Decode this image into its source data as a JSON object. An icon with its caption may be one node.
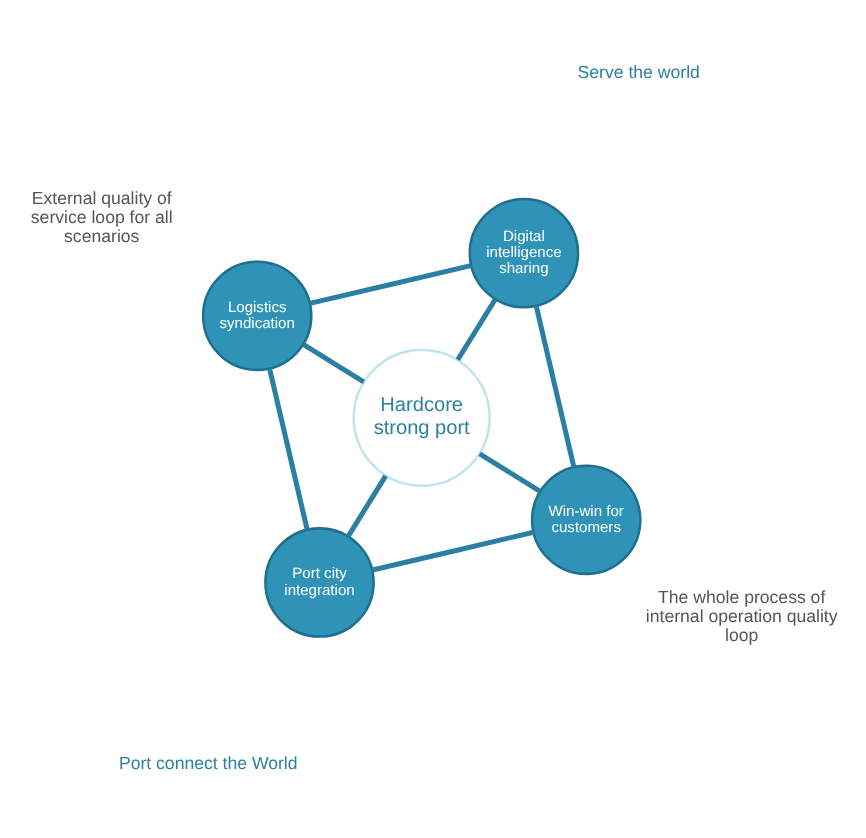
{
  "diagram": {
    "nodes": [
      {
        "text": [
          "Logistics syndication"
        ]
      },
      {
        "text": [
          "Port city integration"
        ]
      },
      {
        "text": [
          "Hardcore strong port"
        ]
      },
      {
        "text": [
          "Digital intelligence sharing"
        ]
      },
      {
        "text": [
          "Win-win for customers"
        ]
      }
    ],
    "edges": [
      {
        "from": 2,
        "to": 0,
        "arrow": "none"
      },
      {
        "from": 2,
        "to": 1,
        "arrow": "none"
      },
      {
        "from": 2,
        "to": 3,
        "arrow": "none"
      },
      {
        "from": 2,
        "to": 4,
        "arrow": "none"
      },
      {
        "from": 0,
        "to": 3,
        "arrow": "none"
      },
      {
        "from": 3,
        "to": 4,
        "arrow": "none"
      },
      {
        "from": 4,
        "to": 1,
        "arrow": "none"
      },
      {
        "from": 1,
        "to": 0,
        "arrow": "none"
      }
    ],
    "labels": [
      "External quality of service loop for all scenarios",
      "Port connect the World",
      "Serve the world",
      "The whole process of internal operation quality loop"
    ]
  }
}
